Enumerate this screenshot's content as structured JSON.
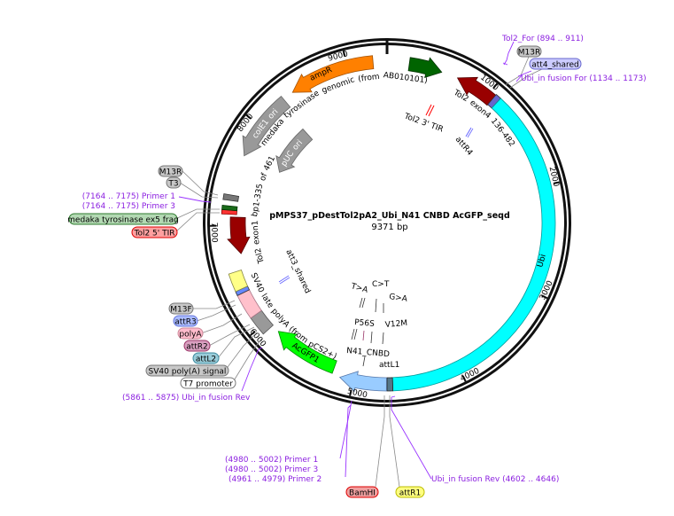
{
  "title": "pMPS37_pDestTol2pA2_Ubi_N41 CNBD AcGFP_seqd",
  "length": "9371 bp",
  "ticks": [
    "1000",
    "2000",
    "3000",
    "4000",
    "5000",
    "6000",
    "7000",
    "8000",
    "9000"
  ],
  "features": {
    "ampR": "ampR",
    "medaka_genomic": "medaka tyrosinase genomic (from AB010101)",
    "colE1": "colE1 ori",
    "puc": "pUC ori",
    "tol2_exon4": "Tol2 exon4 136-482",
    "tol2_exon1": "Tol2 exon1 bp1-335 of 461",
    "sv40_late": "SV40 late polyA (from pCS2+)",
    "acgfp": "AcGFP1",
    "ubi": "Ubi",
    "tol2_3tir": "Tol2 3' TIR",
    "attR4": "attR4",
    "att3_shared": "att3_shared",
    "attL1": "attL1",
    "n41": "N41_CNBD",
    "p56s": "P56S",
    "v12m": "V12M",
    "ta": "T>A",
    "ct": "C>T",
    "ga": "G>A"
  },
  "labels": {
    "tol2_for": "Tol2_For  (894 .. 911)",
    "m13r_top": "M13R",
    "att4_shared": "att4_shared",
    "ubi_fusion_for": "Ubi_in fusion For  (1134 .. 1173)",
    "m13r_left": "M13R",
    "t3": "T3",
    "primer1_left": "(7164 .. 7175)  Primer 1",
    "primer3_left": "(7164 .. 7175)  Primer 3",
    "medaka_ex5": "medaka tyrosinase ex5 frag",
    "tol2_5tir": "Tol2 5' TIR",
    "m13f": "M13F",
    "attR3": "attR3",
    "polyA": "polyA",
    "attR2": "attR2",
    "attL2": "attL2",
    "sv40_signal": "SV40 poly(A) signal",
    "t7": "T7 promoter",
    "ubi_fusion_rev_left": "(5861 .. 5875)  Ubi_in fusion Rev",
    "primer1_bottom": "(4980 .. 5002)  Primer 1",
    "primer3_bottom": "(4980 .. 5002)  Primer 3",
    "primer2_bottom": "(4961 .. 4979)  Primer 2",
    "bamhi": "BamHI",
    "attR1": "attR1",
    "ubi_fusion_rev_bottom": "Ubi_in fusion Rev  (4602 .. 4646)"
  },
  "colors": {
    "ampR": "#ff8000",
    "ubi": "#00ffff",
    "acgfp": "#00ff00",
    "tol2": "#990000",
    "medaka": "#006400",
    "ori": "#999999",
    "n41": "#99ccff",
    "primer": "#9933ff"
  }
}
